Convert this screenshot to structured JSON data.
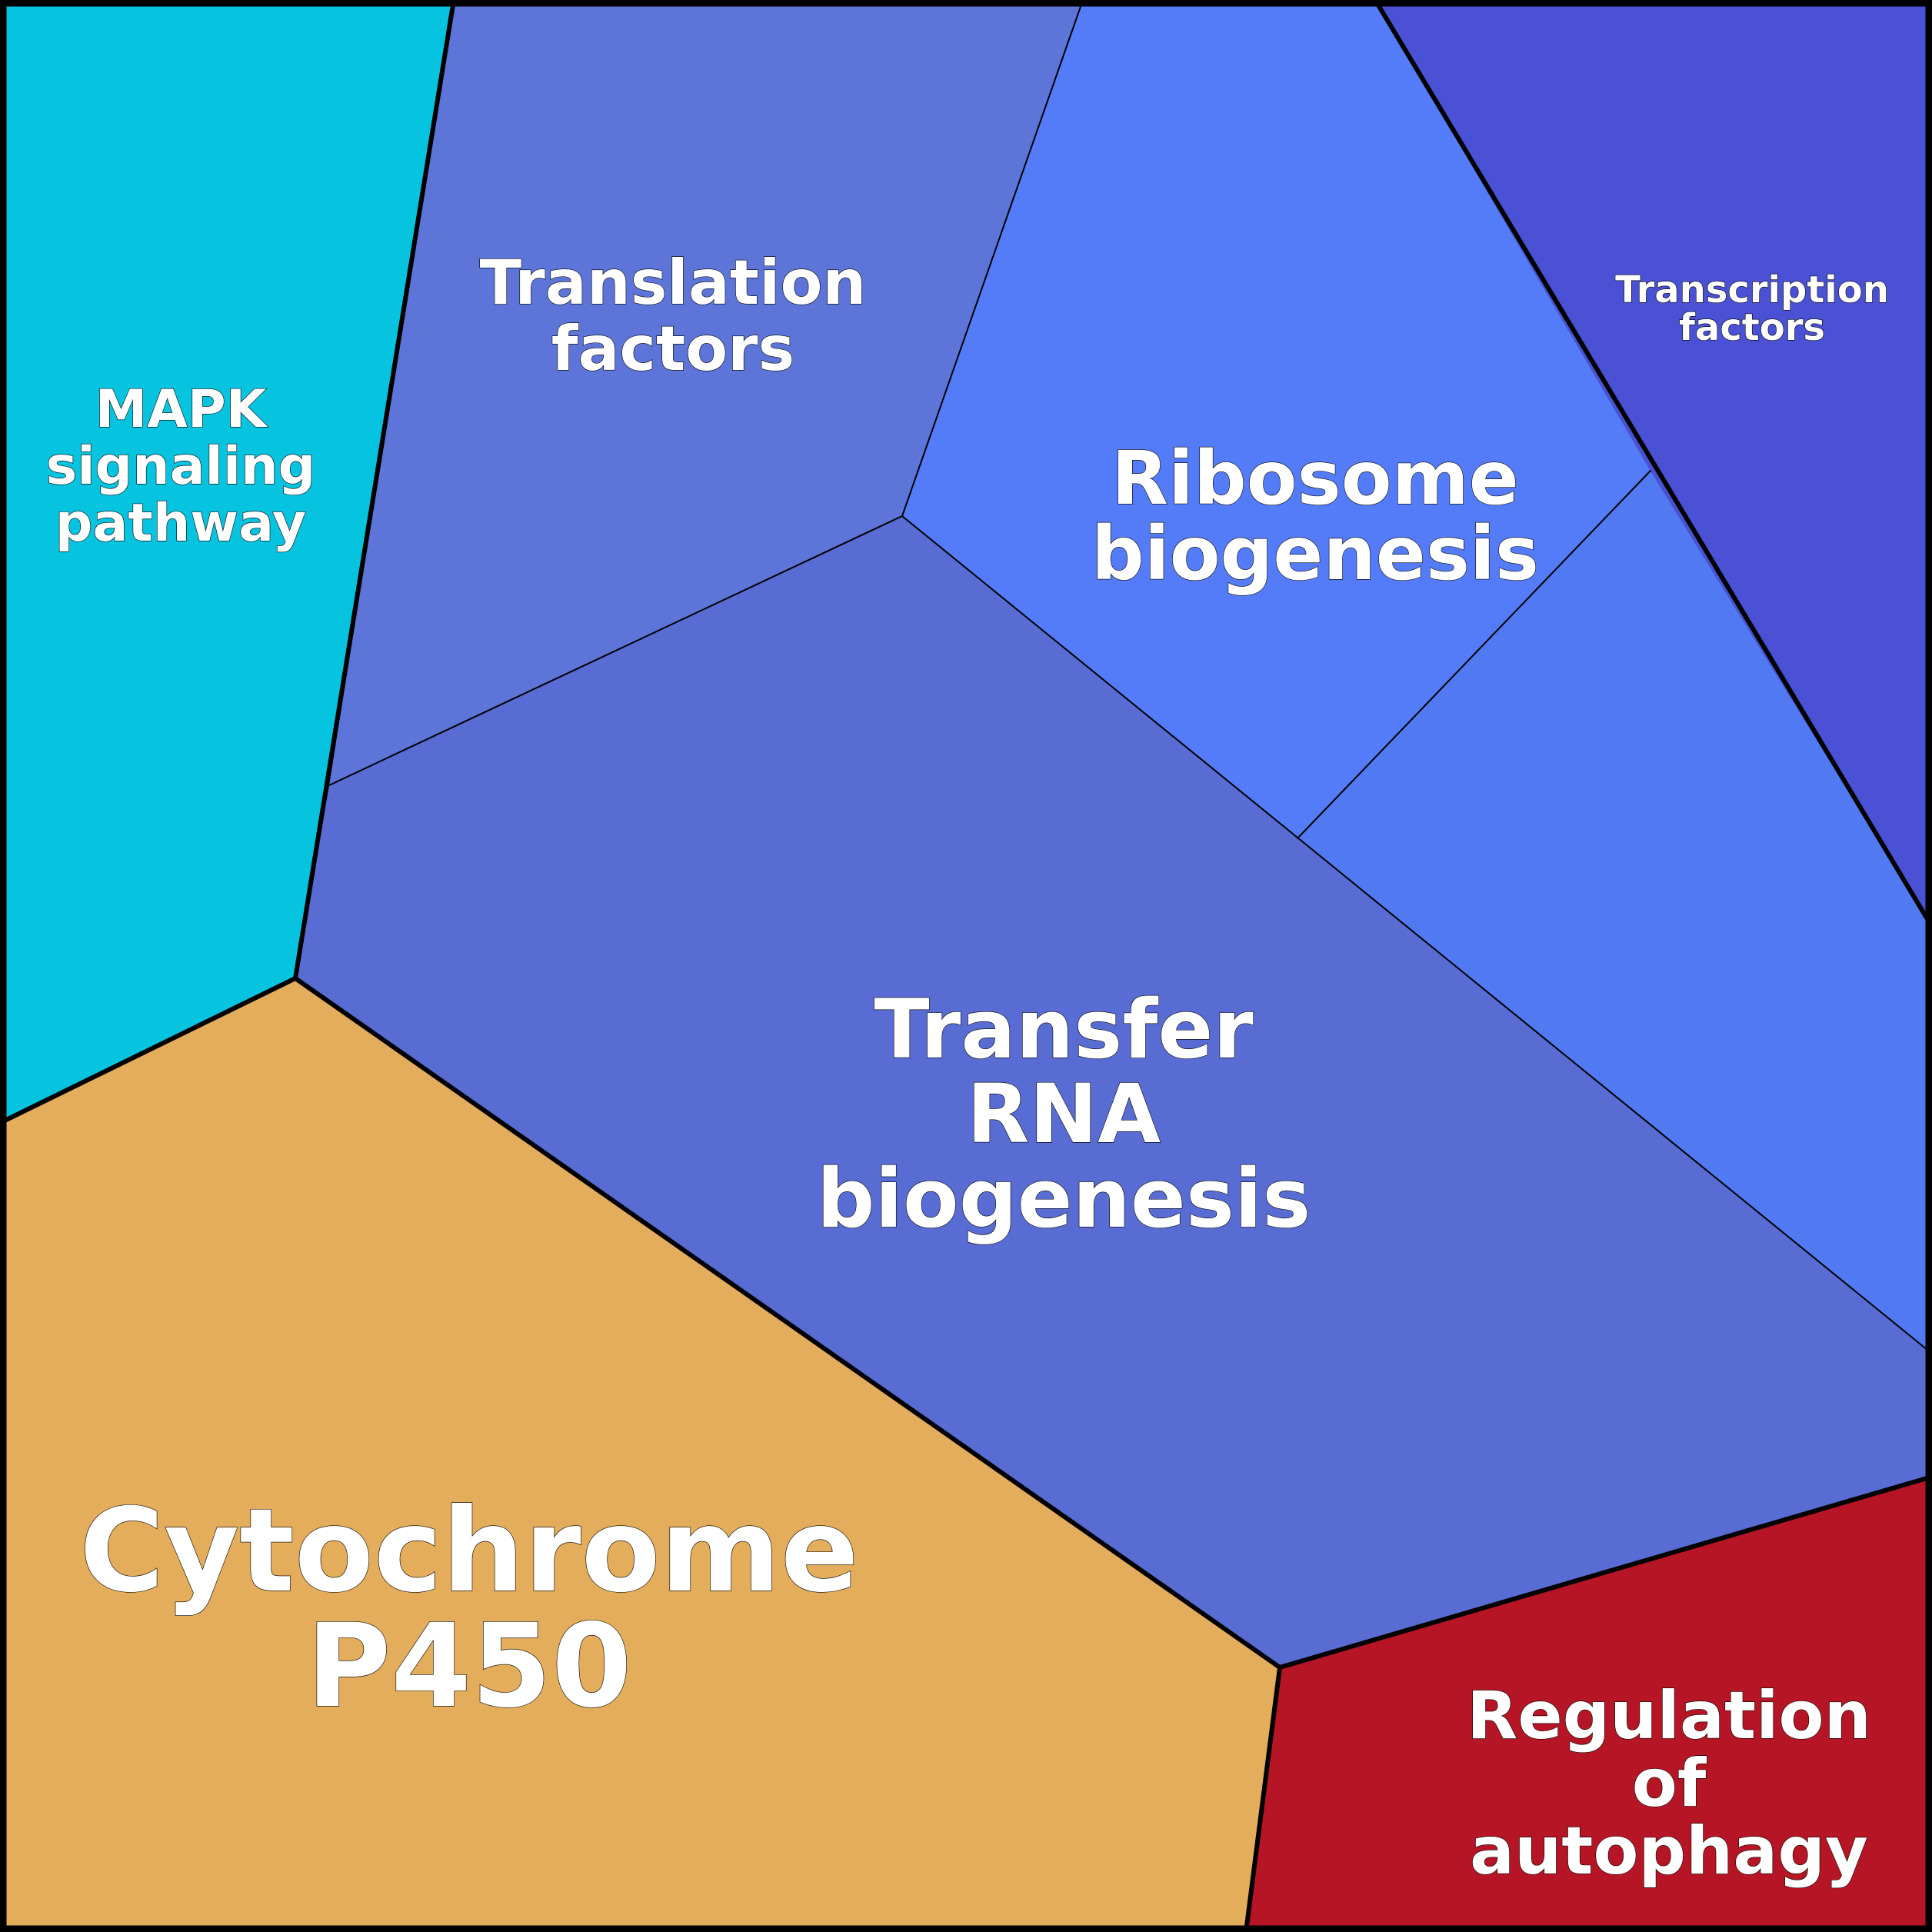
{
  "diagram": {
    "type": "voronoi-treemap",
    "border_color": "#000000",
    "label_color": "#ffffff",
    "cells": [
      {
        "id": "mapk",
        "label_lines": [
          "MAPK",
          "signaling",
          "pathway"
        ],
        "color": "#06c3df",
        "group": "signaling"
      },
      {
        "id": "translation",
        "label_lines": [
          "Translation",
          "factors"
        ],
        "color": "#5d75d8",
        "group": "gene-expression"
      },
      {
        "id": "ribosome",
        "label_lines": [
          "Ribosome",
          "biogenesis"
        ],
        "color": "#557cf8",
        "group": "gene-expression"
      },
      {
        "id": "ribosome-sub",
        "label_lines": [],
        "color": "#517af2",
        "group": "gene-expression"
      },
      {
        "id": "transcription",
        "label_lines": [
          "Transcription",
          "factors"
        ],
        "color": "#4a51d4",
        "group": "gene-expression"
      },
      {
        "id": "trna",
        "label_lines": [
          "Transfer",
          "RNA",
          "biogenesis"
        ],
        "color": "#586cd4",
        "group": "gene-expression"
      },
      {
        "id": "cytochrome",
        "label_lines": [
          "Cytochrome",
          "P450"
        ],
        "color": "#e3ad5c",
        "group": "metabolism"
      },
      {
        "id": "autophagy",
        "label_lines": [
          "Regulation",
          "of",
          "autophagy"
        ],
        "color": "#b51524",
        "group": "cellular-processes"
      }
    ]
  }
}
